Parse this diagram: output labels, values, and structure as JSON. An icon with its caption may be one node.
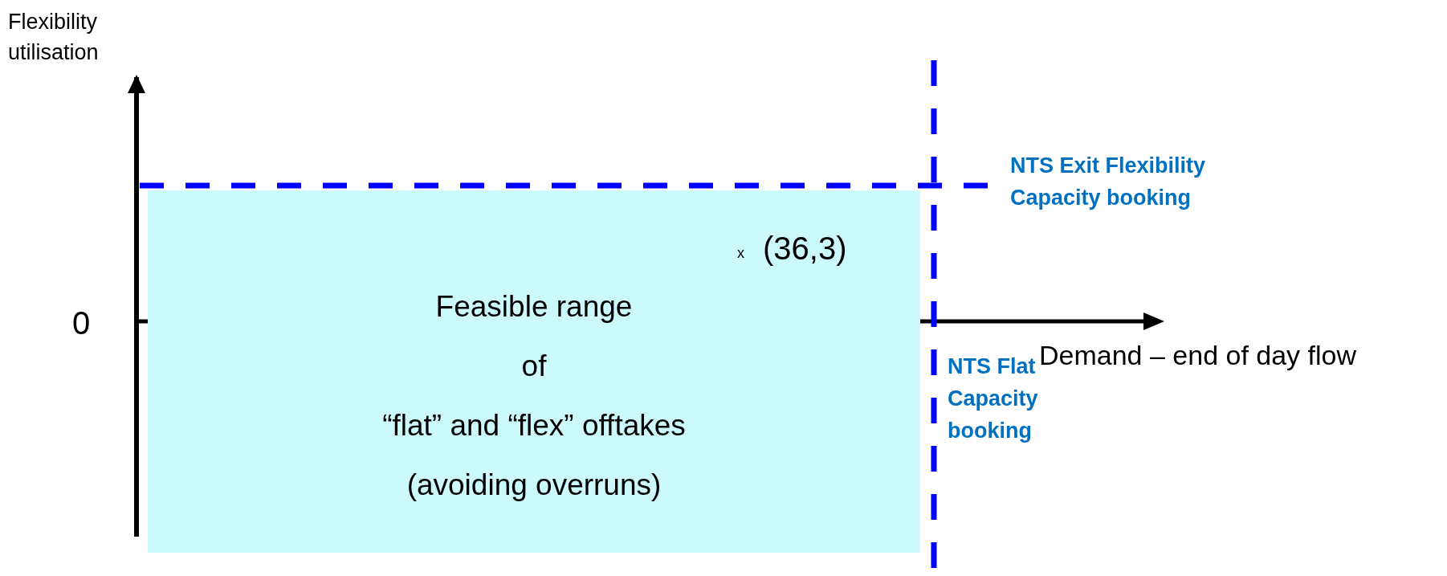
{
  "diagram": {
    "nodes": [
      {
        "text": [
          "Feasible range",
          "of",
          "“flat” and “flex” offtakes",
          "(avoiding overruns)"
        ]
      }
    ],
    "labels": [
      "Flexibility utilisation",
      "NTS Exit Flexibility Capacity booking",
      "x",
      "(36,3)",
      "0",
      "Demand – end of day flow",
      "NTS Flat Capacity booking"
    ]
  }
}
